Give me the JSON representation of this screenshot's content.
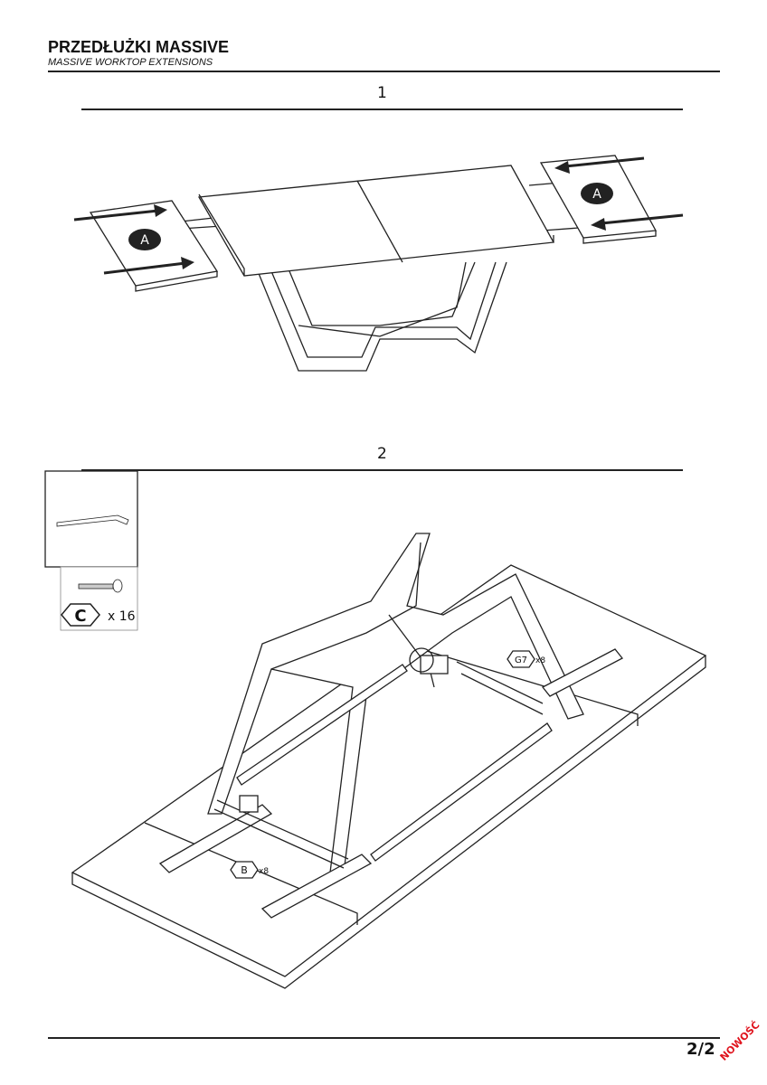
{
  "header": {
    "title": "PRZEDŁUŻKI MASSIVE",
    "subtitle": "MASSIVE WORKTOP EXTENSIONS"
  },
  "steps": [
    {
      "number": "1",
      "labels": {
        "extension_left": "A",
        "extension_right": "A"
      }
    },
    {
      "number": "2",
      "parts": {
        "part_letter": "C",
        "part_qty": "x 16"
      },
      "callouts": {
        "g7": "G7",
        "g7_qty": "x8",
        "b": "B",
        "b_qty": "x8"
      }
    }
  ],
  "footer": {
    "page": "2/2",
    "badge": "NOWOŚĆ"
  }
}
